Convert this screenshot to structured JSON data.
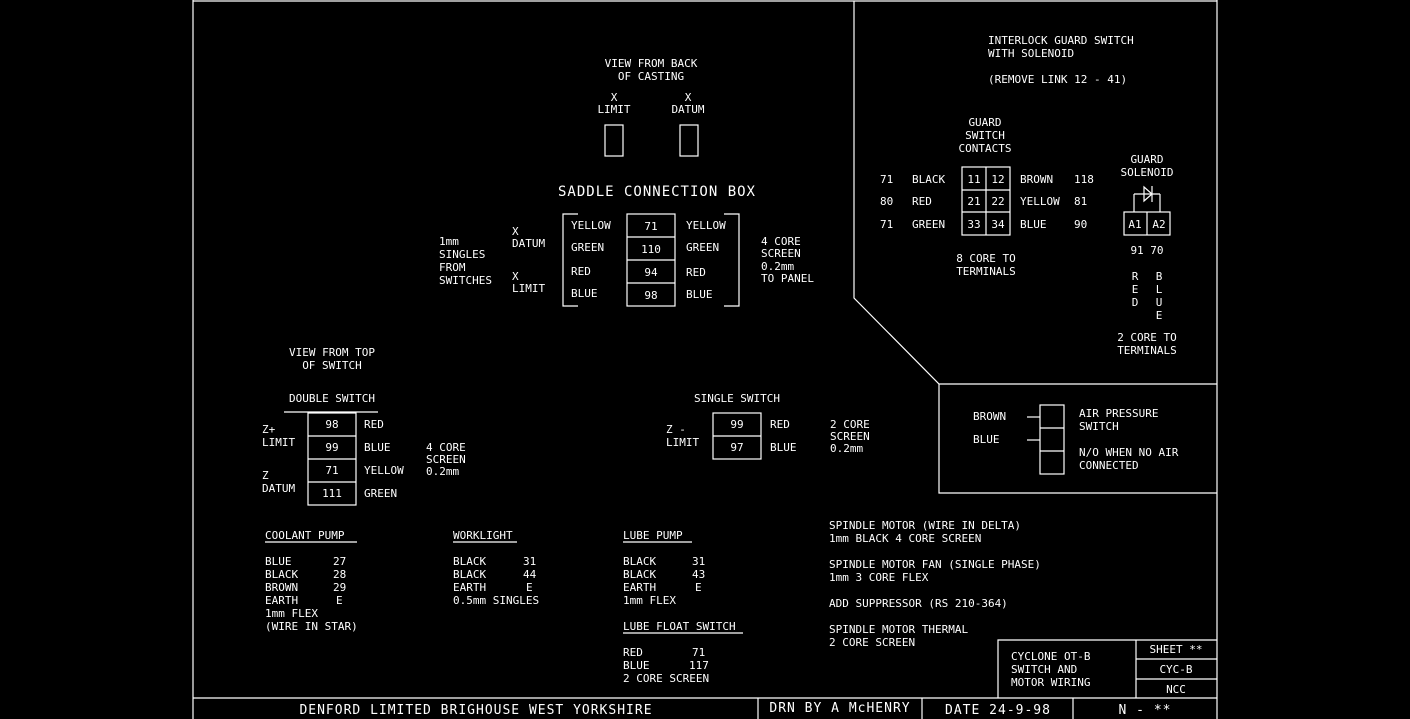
{
  "view_back": {
    "title": [
      "VIEW FROM BACK",
      "OF CASTING"
    ],
    "x_limit": [
      "X",
      "LIMIT"
    ],
    "x_datum": [
      "X",
      "DATUM"
    ]
  },
  "saddle": {
    "title": "SADDLE CONNECTION BOX",
    "left_note": [
      "1mm",
      "SINGLES",
      "FROM",
      "SWITCHES"
    ],
    "x_datum": [
      "X",
      "DATUM"
    ],
    "x_limit": [
      "X",
      "LIMIT"
    ],
    "rows": [
      {
        "left": "YELLOW",
        "num": "71",
        "right": "YELLOW"
      },
      {
        "left": "GREEN",
        "num": "110",
        "right": "GREEN"
      },
      {
        "left": "RED",
        "num": "94",
        "right": "RED"
      },
      {
        "left": "BLUE",
        "num": "98",
        "right": "BLUE"
      }
    ],
    "right_note": [
      "4 CORE",
      "SCREEN",
      "0.2mm",
      "TO PANEL"
    ]
  },
  "interlock": {
    "title": [
      "INTERLOCK GUARD SWITCH",
      "WITH SOLENOID"
    ],
    "remove_link": "(REMOVE LINK  12 - 41)",
    "contacts_title": [
      "GUARD",
      "SWITCH",
      "CONTACTS"
    ],
    "rows": [
      {
        "num_l": "71",
        "col_l": "BLACK",
        "c1": "11",
        "c2": "12",
        "col_r": "BROWN",
        "num_r": "118"
      },
      {
        "num_l": "80",
        "col_l": "RED",
        "c1": "21",
        "c2": "22",
        "col_r": "YELLOW",
        "num_r": "81"
      },
      {
        "num_l": "71",
        "col_l": "GREEN",
        "c1": "33",
        "c2": "34",
        "col_r": "BLUE",
        "num_r": "90"
      }
    ],
    "eight_core": [
      "8 CORE TO",
      "TERMINALS"
    ],
    "solenoid_title": [
      "GUARD",
      "SOLENOID"
    ],
    "a1": "A1",
    "a2": "A2",
    "sol_nums": "91  70",
    "red_letters": [
      "R",
      "E",
      "D"
    ],
    "blue_letters": [
      "B",
      "L",
      "U",
      "E"
    ],
    "two_core": [
      "2 CORE TO",
      "TERMINALS"
    ]
  },
  "air": {
    "brown": "BROWN",
    "blue": "BLUE",
    "title": [
      "AIR PRESSURE",
      "SWITCH"
    ],
    "note": [
      "N/O WHEN NO AIR",
      "CONNECTED"
    ]
  },
  "view_top": {
    "title": [
      "VIEW FROM TOP",
      "OF SWITCH"
    ],
    "double_switch": "DOUBLE SWITCH",
    "z_plus": [
      "Z+",
      "LIMIT"
    ],
    "z_datum": [
      "Z",
      "DATUM"
    ],
    "rows": [
      {
        "num": "98",
        "col": "RED"
      },
      {
        "num": "99",
        "col": "BLUE"
      },
      {
        "num": "71",
        "col": "YELLOW"
      },
      {
        "num": "111",
        "col": "GREEN"
      }
    ],
    "note": [
      "4 CORE",
      "SCREEN",
      "0.2mm"
    ]
  },
  "single": {
    "title": "SINGLE SWITCH",
    "z_minus": [
      "Z -",
      "LIMIT"
    ],
    "rows": [
      {
        "num": "99",
        "col": "RED"
      },
      {
        "num": "97",
        "col": "BLUE"
      }
    ],
    "note": [
      "2 CORE",
      "SCREEN",
      "0.2mm"
    ]
  },
  "coolant": {
    "title": "COOLANT PUMP",
    "rows": [
      {
        "col": "BLUE",
        "val": "27"
      },
      {
        "col": "BLACK",
        "val": "28"
      },
      {
        "col": "BROWN",
        "val": "29"
      },
      {
        "col": "EARTH",
        "val": "E"
      }
    ],
    "extra": [
      "1mm FLEX",
      "(WIRE IN STAR)"
    ]
  },
  "worklight": {
    "title": "WORKLIGHT",
    "rows": [
      {
        "col": "BLACK",
        "val": "31"
      },
      {
        "col": "BLACK",
        "val": "44"
      },
      {
        "col": "EARTH",
        "val": "E"
      }
    ],
    "extra": [
      "0.5mm SINGLES"
    ]
  },
  "lube": {
    "title": "LUBE PUMP",
    "rows": [
      {
        "col": "BLACK",
        "val": "31"
      },
      {
        "col": "BLACK",
        "val": "43"
      },
      {
        "col": "EARTH",
        "val": "E"
      }
    ],
    "extra": [
      "1mm FLEX"
    ]
  },
  "float": {
    "title": "LUBE FLOAT SWITCH",
    "rows": [
      {
        "col": "RED",
        "val": "71"
      },
      {
        "col": "BLUE",
        "val": "117"
      }
    ],
    "extra": [
      "2 CORE SCREEN"
    ]
  },
  "spindle_notes": [
    "SPINDLE MOTOR  (WIRE IN DELTA)",
    "1mm  BLACK 4 CORE SCREEN",
    "SPINDLE MOTOR FAN (SINGLE PHASE)",
    "1mm  3 CORE FLEX",
    "ADD SUPPRESSOR (RS 210-364)",
    "SPINDLE MOTOR THERMAL",
    "2 CORE SCREEN"
  ],
  "title_block": {
    "desc": [
      "CYCLONE OT-B",
      "SWITCH AND",
      "MOTOR WIRING"
    ],
    "sheet": "SHEET **",
    "code": "CYC-B",
    "ncc": "NCC"
  },
  "footer": {
    "company": "DENFORD LIMITED  BRIGHOUSE  WEST YORKSHIRE",
    "drn": "DRN BY  A McHENRY",
    "date": "DATE 24-9-98",
    "num": "N - **"
  }
}
